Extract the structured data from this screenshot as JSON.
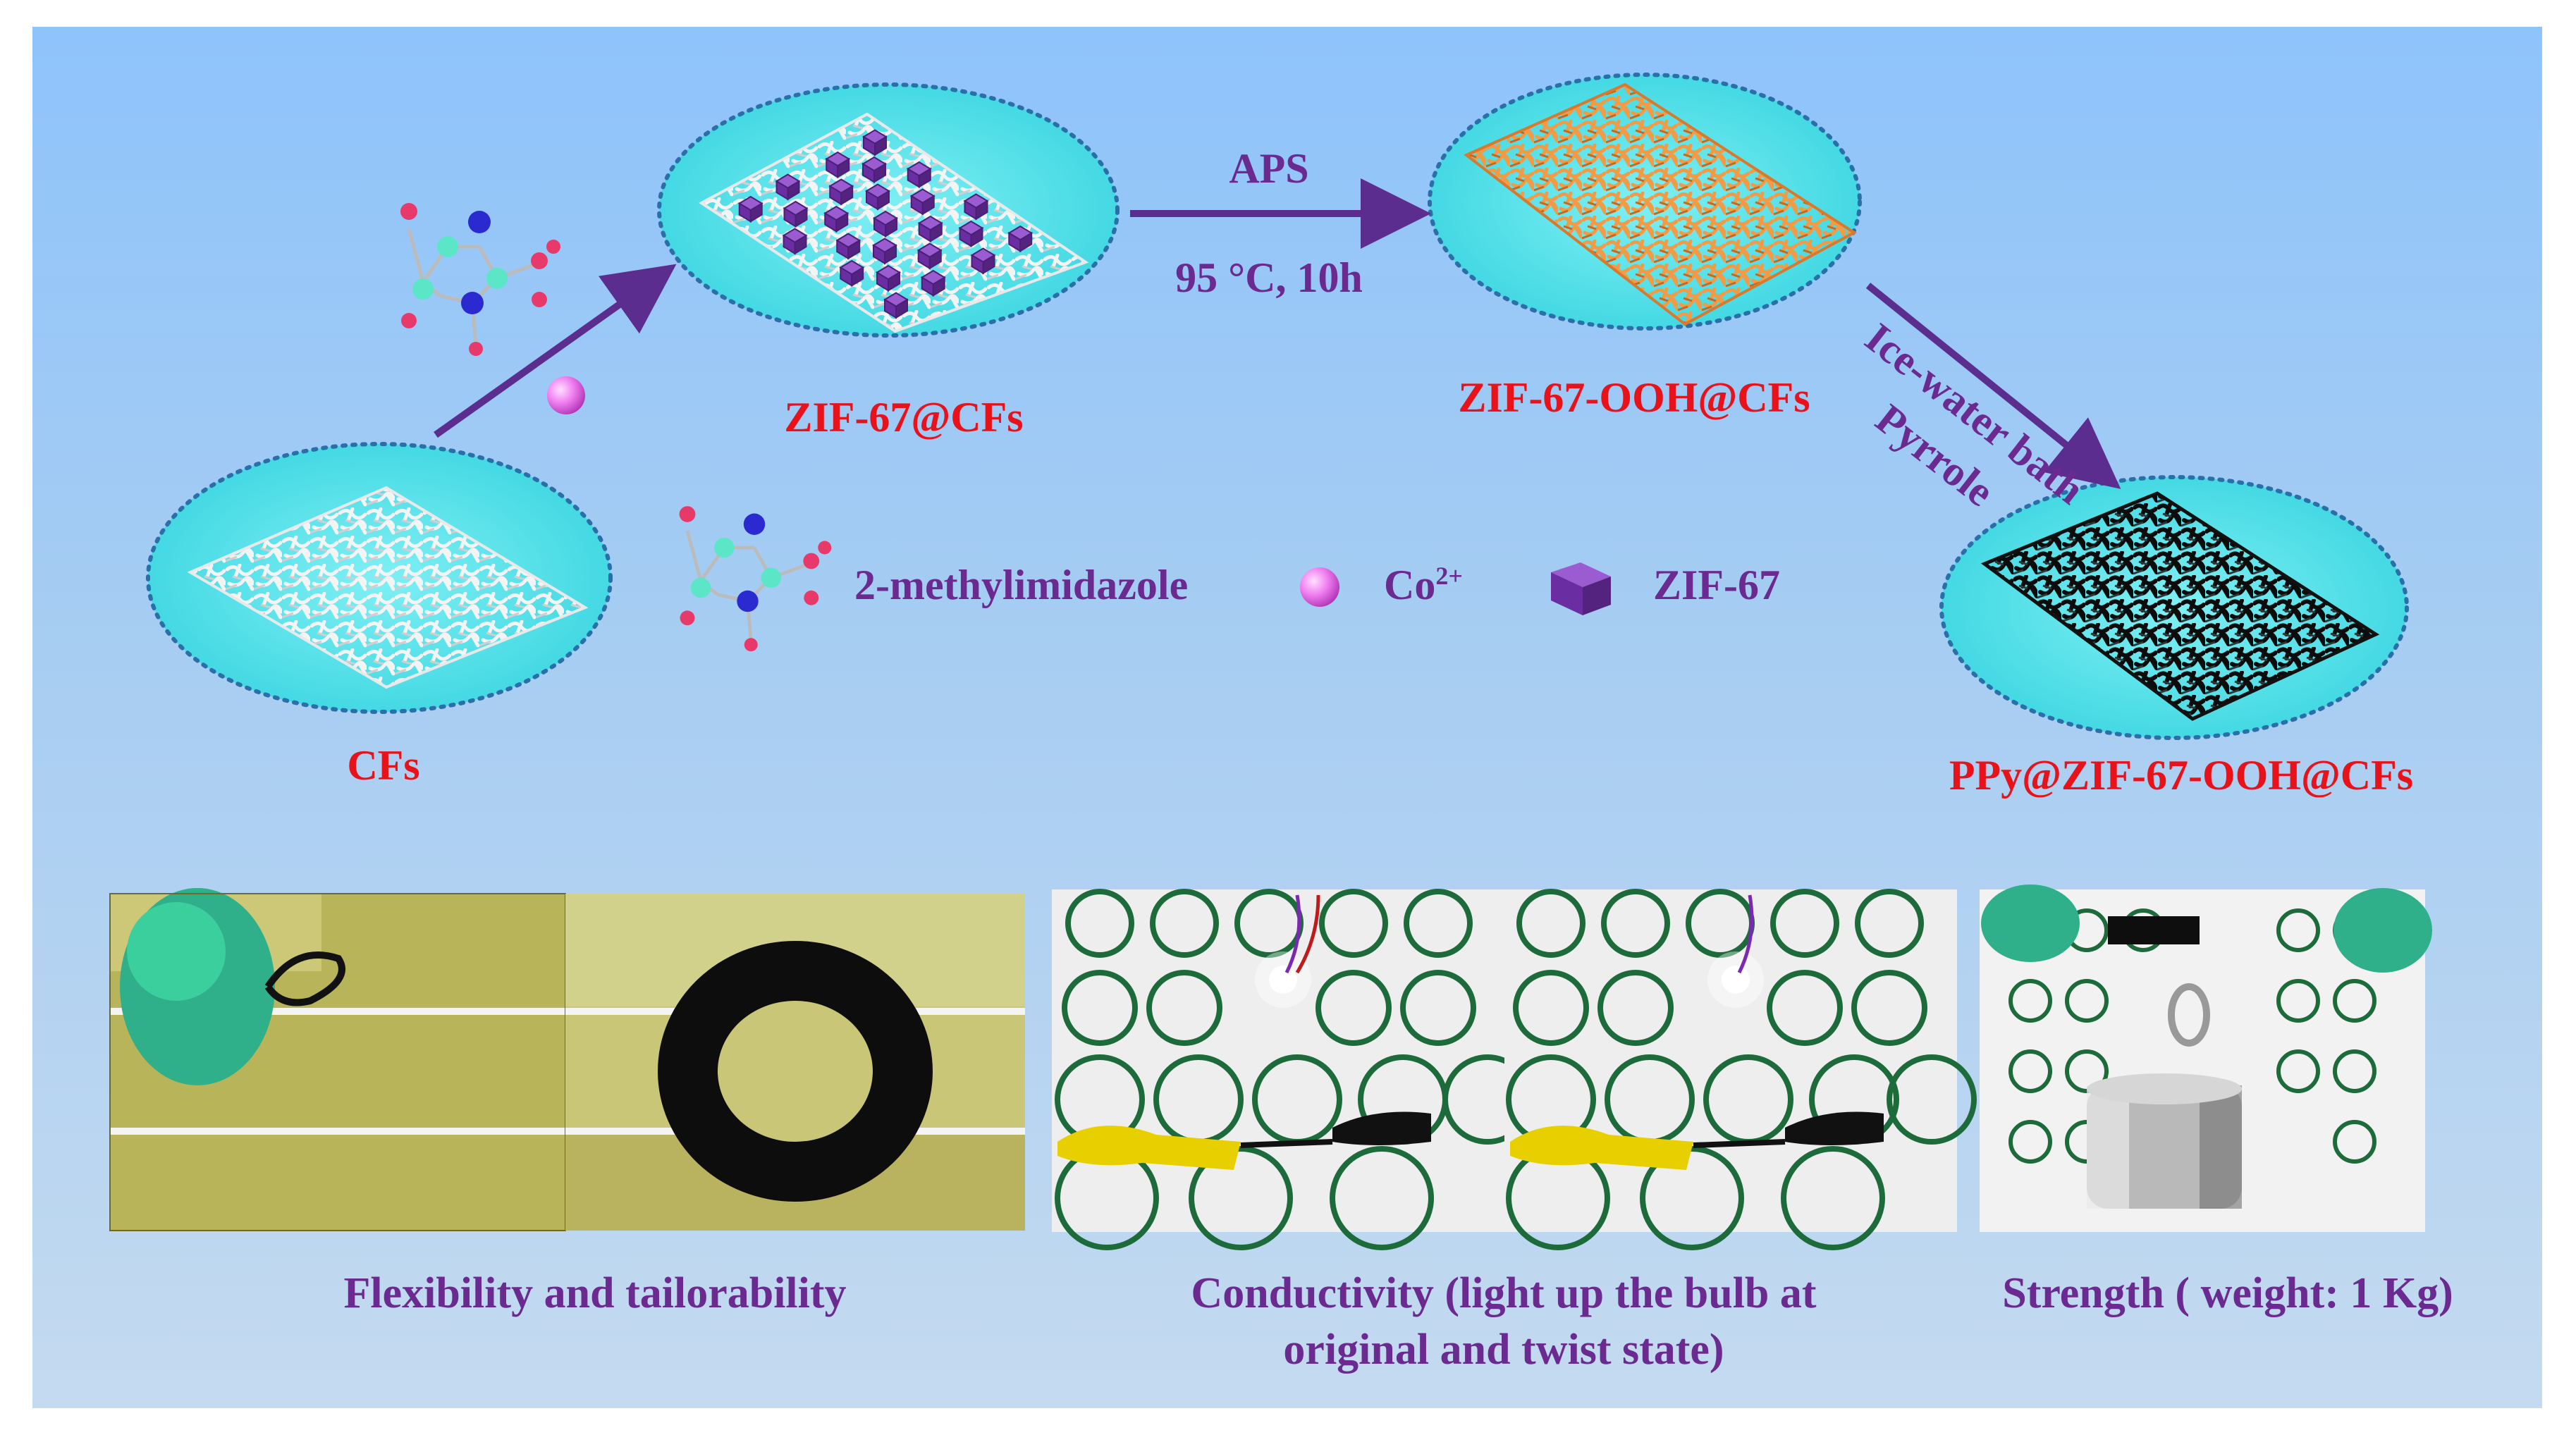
{
  "scheme": {
    "materials": {
      "cfs": "CFs",
      "zif67_cfs": "ZIF-67@CFs",
      "zif67_ooh_cfs": "ZIF-67-OOH@CFs",
      "ppy_zif67_ooh_cfs": "PPy@ZIF-67-OOH@CFs"
    },
    "steps": {
      "step2_top": "APS",
      "step2_bottom": "95 °C, 10h",
      "step3_top": "Ice-water bath",
      "step3_bottom": "Pyrrole"
    },
    "legend": {
      "ligand": "2-methylimidazole",
      "ion": "Co",
      "ion_charge": "2+",
      "crystal": "ZIF-67"
    }
  },
  "photos": {
    "flexibility": "Flexibility and tailorability",
    "conductivity_line1": "Conductivity (light up the bulb at",
    "conductivity_line2": "original and twist state)",
    "strength": "Strength ( weight: 1 Kg)"
  },
  "colors": {
    "frame_top": "#8ec3fb",
    "ellipse_fill": "#4ee0e8",
    "label_red": "#e8121a",
    "label_purple": "#6a2a90",
    "arrow": "#5b2d8e",
    "zif_cube": "#7b3fb0",
    "ooh_fiber": "#e8893a",
    "ppy_fiber": "#111111",
    "co_ion": "#f07ff0"
  }
}
